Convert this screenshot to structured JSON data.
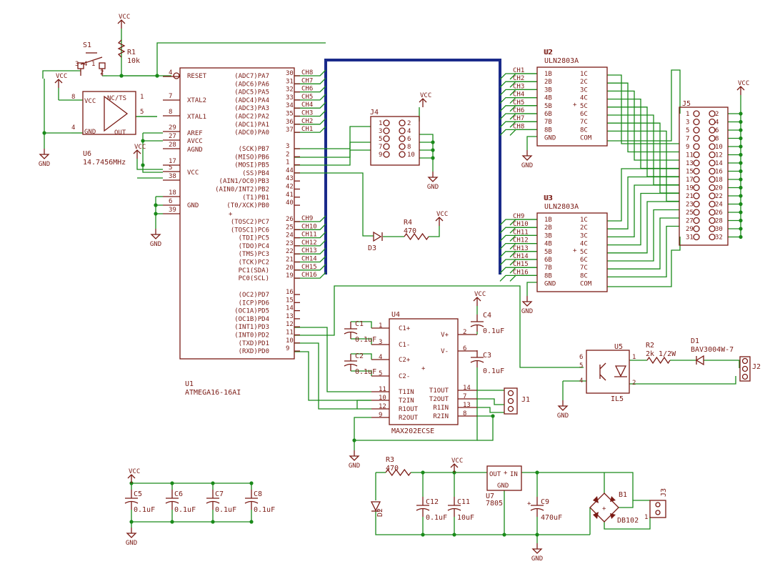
{
  "parts": {
    "u1": {
      "name": "U1",
      "value": "ATMEGA16-16AI",
      "left": [
        [
          "RESET",
          "4"
        ],
        [
          "XTAL2",
          "7"
        ],
        [
          "XTAL1",
          "8"
        ],
        [
          "AREF",
          "29"
        ],
        [
          "AVCC",
          "27"
        ],
        [
          "AGND",
          "28"
        ],
        [
          "VCC",
          "17"
        ],
        [
          "",
          "5"
        ],
        [
          "",
          "38"
        ],
        [
          "GND",
          "18"
        ],
        [
          "",
          "6"
        ],
        [
          "",
          "39"
        ]
      ],
      "right": [
        [
          "(ADC7)PA7",
          "30"
        ],
        [
          "(ADC6)PA6",
          "31"
        ],
        [
          "(ADC5)PA5",
          "32"
        ],
        [
          "(ADC4)PA4",
          "33"
        ],
        [
          "(ADC3)PA3",
          "34"
        ],
        [
          "(ADC2)PA2",
          "35"
        ],
        [
          "(ADC1)PA1",
          "36"
        ],
        [
          "(ADC0)PA0",
          "37"
        ],
        [
          "(SCK)PB7",
          "3"
        ],
        [
          "(MISO)PB6",
          "2"
        ],
        [
          "(MOSI)PB5",
          "1"
        ],
        [
          "(SS)PB4",
          "44"
        ],
        [
          "(AIN1/OC0)PB3",
          "43"
        ],
        [
          "(AIN0/INT2)PB2",
          "42"
        ],
        [
          "(T1)PB1",
          "41"
        ],
        [
          "(T0/XCK)PB0",
          "40"
        ],
        [
          "(TOSC2)PC7",
          "26"
        ],
        [
          "(TOSC1)PC6",
          "25"
        ],
        [
          "(TDI)PC5",
          "24"
        ],
        [
          "(TDO)PC4",
          "23"
        ],
        [
          "(TMS)PC3",
          "22"
        ],
        [
          "(TCK)PC2",
          "21"
        ],
        [
          "PC1(SDA)",
          "20"
        ],
        [
          "PC0(SCL)",
          "19"
        ],
        [
          "(OC2)PD7",
          "16"
        ],
        [
          "(ICP)PD6",
          "15"
        ],
        [
          "(OC1A)PD5",
          "14"
        ],
        [
          "(OC1B)PD4",
          "13"
        ],
        [
          "(INT1)PD3",
          "12"
        ],
        [
          "(INT0)PD2",
          "11"
        ],
        [
          "(TXD)PD1",
          "10"
        ],
        [
          "(RXD)PD0",
          "9"
        ]
      ]
    },
    "u6": {
      "name": "U6",
      "value": "14.7456MHz",
      "pins": [
        "VCC",
        "GND",
        "NC/TS",
        "OUT",
        "8",
        "4",
        "1",
        "5"
      ]
    },
    "u2": {
      "name": "U2",
      "value": "ULN2803A"
    },
    "u3": {
      "name": "U3",
      "value": "ULN2803A"
    },
    "uln": {
      "in": [
        "1B",
        "2B",
        "3B",
        "4B",
        "5B",
        "6B",
        "7B",
        "8B",
        "GND"
      ],
      "out": [
        "1C",
        "2C",
        "3C",
        "4C",
        "5C",
        "6C",
        "7C",
        "8C",
        "COM"
      ]
    },
    "u4": {
      "name": "U4",
      "value": "MAX202ECSE",
      "left": [
        [
          "C1+",
          "1"
        ],
        [
          "C1-",
          "3"
        ],
        [
          "C2+",
          "4"
        ],
        [
          "C2-",
          "5"
        ],
        [
          "T1IN",
          "11"
        ],
        [
          "T2IN",
          "10"
        ],
        [
          "R1OUT",
          "12"
        ],
        [
          "R2OUT",
          "9"
        ]
      ],
      "right": [
        [
          "V+",
          "2"
        ],
        [
          "V-",
          "6"
        ],
        [
          "T1OUT",
          "14"
        ],
        [
          "T2OUT",
          "7"
        ],
        [
          "R1IN",
          "13"
        ],
        [
          "R2IN",
          "8"
        ]
      ]
    },
    "u5": {
      "name": "U5",
      "value": "IL5",
      "pins": [
        "6",
        "5",
        "4",
        "1",
        "2"
      ]
    },
    "u7": {
      "name": "U7",
      "value": "7805",
      "pins": [
        "OUT",
        "IN",
        "GND"
      ]
    },
    "j5": {
      "name": "J5",
      "odd": [
        "1",
        "3",
        "5",
        "7",
        "9",
        "11",
        "13",
        "15",
        "17",
        "19",
        "21",
        "23",
        "25",
        "27",
        "29",
        "31"
      ],
      "even": [
        "2",
        "4",
        "6",
        "8",
        "10",
        "12",
        "14",
        "16",
        "18",
        "20",
        "22",
        "24",
        "26",
        "28",
        "30",
        "32"
      ]
    },
    "j4": {
      "name": "J4",
      "pins": [
        "1",
        "2",
        "3",
        "4",
        "5",
        "6",
        "7",
        "8",
        "9",
        "10"
      ]
    },
    "j1": {
      "name": "J1"
    },
    "j2": {
      "name": "J2"
    },
    "j3": {
      "name": "J3",
      "pin": "1"
    },
    "s1": {
      "name": "S1",
      "pins": [
        "3",
        "4",
        "1",
        "2"
      ]
    },
    "r1": {
      "name": "R1",
      "value": "10k"
    },
    "r2": {
      "name": "R2",
      "value": "2k 1/2W"
    },
    "r3": {
      "name": "R3",
      "value": "470"
    },
    "r4": {
      "name": "R4",
      "value": "470"
    },
    "d1": {
      "name": "D1",
      "value": "BAV3004W-7"
    },
    "d2": {
      "name": "D2"
    },
    "d3": {
      "name": "D3"
    },
    "b1": {
      "name": "B1",
      "value": "DB102"
    },
    "c1": {
      "name": "C1",
      "value": "0.1uF"
    },
    "c2": {
      "name": "C2",
      "value": "0.1uF"
    },
    "c3": {
      "name": "C3",
      "value": "0.1uF"
    },
    "c4": {
      "name": "C4",
      "value": "0.1uF"
    },
    "c5": {
      "name": "C5",
      "value": "0.1uF"
    },
    "c6": {
      "name": "C6",
      "value": "0.1uF"
    },
    "c7": {
      "name": "C7",
      "value": "0.1uF"
    },
    "c8": {
      "name": "C8",
      "value": "0.1uF"
    },
    "c9": {
      "name": "C9",
      "value": "470uF"
    },
    "c11": {
      "name": "C11",
      "value": "10uF"
    },
    "c12": {
      "name": "C12",
      "value": "0.1uF"
    }
  },
  "nets": {
    "vcc": "VCC",
    "gnd": "GND",
    "ch_a": [
      "CH8",
      "CH7",
      "CH6",
      "CH5",
      "CH4",
      "CH3",
      "CH2",
      "CH1"
    ],
    "ch_b": [
      "CH9",
      "CH10",
      "CH11",
      "CH12",
      "CH13",
      "CH14",
      "CH15",
      "CH16"
    ],
    "ch_u2": [
      "CH1",
      "CH2",
      "CH3",
      "CH4",
      "CH5",
      "CH6",
      "CH7",
      "CH8"
    ],
    "ch_u3": [
      "CH9",
      "CH10",
      "CH11",
      "CH12",
      "CH13",
      "CH14",
      "CH15",
      "CH16"
    ]
  },
  "colors": {
    "wire": "#1a8a1a",
    "part": "#7a1a14",
    "bus": "#1a2a8a",
    "background": "#ffffff"
  }
}
